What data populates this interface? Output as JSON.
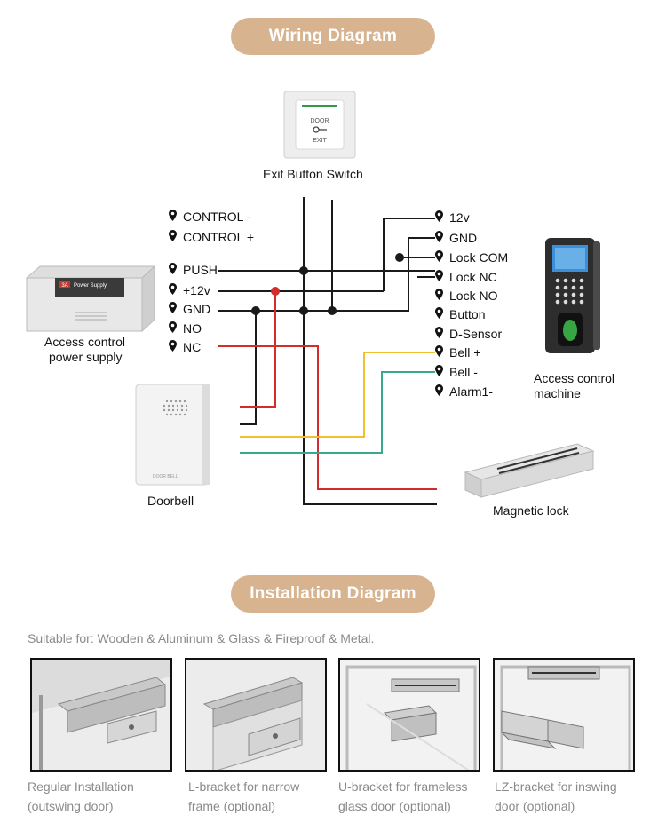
{
  "titles": {
    "wiring": "Wiring Diagram",
    "installation": "Installation Diagram"
  },
  "exit_button": {
    "caption": "Exit Button Switch",
    "face_top": "DOOR",
    "face_bottom": "EXIT"
  },
  "power_supply": {
    "caption_line1": "Access control",
    "caption_line2": "power supply",
    "label": "Power Supply",
    "badge": "3A",
    "terminals": [
      "CONTROL -",
      "CONTROL +",
      "PUSH",
      "+12v",
      "GND",
      "NO",
      "NC"
    ]
  },
  "access_machine": {
    "caption_line1": "Access control",
    "caption_line2": "machine",
    "terminals": [
      "12v",
      "GND",
      "Lock COM",
      "Lock NC",
      "Lock NO",
      "Button",
      "D-Sensor",
      "Bell +",
      "Bell -",
      "Alarm1-"
    ]
  },
  "doorbell": {
    "caption": "Doorbell",
    "face_text": "DOOR BELL"
  },
  "magnetic_lock": {
    "caption": "Magnetic lock"
  },
  "wire_colors": {
    "black": "#1a1a1a",
    "red": "#d42b2b",
    "yellow": "#f0c030",
    "green": "#3aa88a",
    "accent": "#d7b48f"
  },
  "installation": {
    "suitable": "Suitable for: Wooden & Aluminum & Glass & Fireproof & Metal.",
    "panels": [
      {
        "line1": "Regular Installation",
        "line2": "(outswing door)"
      },
      {
        "line1": "L-bracket for narrow",
        "line2": "frame (optional)"
      },
      {
        "line1": "U-bracket for frameless",
        "line2": "glass door (optional)"
      },
      {
        "line1": "LZ-bracket for inswing",
        "line2": "door (optional)"
      }
    ]
  }
}
